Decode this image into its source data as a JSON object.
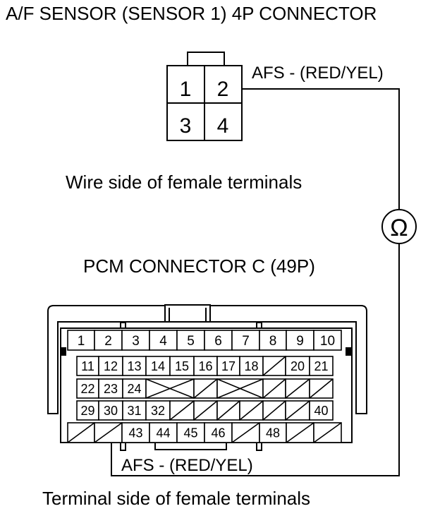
{
  "title": "A/F SENSOR (SENSOR 1) 4P CONNECTOR",
  "sensor_connector": {
    "terminals": [
      "1",
      "2",
      "3",
      "4"
    ],
    "caption": "Wire side of female terminals"
  },
  "wire_top_label": "AFS -  (RED/YEL)",
  "ohmmeter_symbol": "Ω",
  "pcm_connector": {
    "title": "PCM CONNECTOR C (49P)",
    "caption": "Terminal side of female terminals"
  },
  "wire_bottom_label": "AFS -  (RED/YEL)",
  "pcm_cells": [
    {
      "label": "1"
    },
    {
      "label": "2"
    },
    {
      "label": "3"
    },
    {
      "label": "4"
    },
    {
      "label": "5"
    },
    {
      "label": "6"
    },
    {
      "label": "7"
    },
    {
      "label": "8"
    },
    {
      "label": "9"
    },
    {
      "label": "10"
    },
    {
      "label": "11"
    },
    {
      "label": "12"
    },
    {
      "label": "13"
    },
    {
      "label": "14"
    },
    {
      "label": "15"
    },
    {
      "label": "16"
    },
    {
      "label": "17"
    },
    {
      "label": "18"
    },
    {
      "label": ""
    },
    {
      "label": "20"
    },
    {
      "label": "21"
    },
    {
      "label": "22"
    },
    {
      "label": "23"
    },
    {
      "label": "24"
    },
    {
      "label": ""
    },
    {
      "label": ""
    },
    {
      "label": ""
    },
    {
      "label": ""
    },
    {
      "label": ""
    },
    {
      "label": ""
    },
    {
      "label": "29"
    },
    {
      "label": "30"
    },
    {
      "label": "31"
    },
    {
      "label": "32"
    },
    {
      "label": ""
    },
    {
      "label": ""
    },
    {
      "label": ""
    },
    {
      "label": ""
    },
    {
      "label": ""
    },
    {
      "label": ""
    },
    {
      "label": "40"
    },
    {
      "label": ""
    },
    {
      "label": ""
    },
    {
      "label": "43"
    },
    {
      "label": "44"
    },
    {
      "label": "45"
    },
    {
      "label": "46"
    },
    {
      "label": ""
    },
    {
      "label": "48"
    },
    {
      "label": ""
    }
  ]
}
